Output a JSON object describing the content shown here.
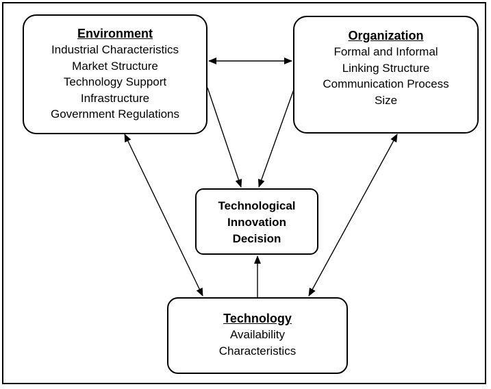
{
  "environment": {
    "title": "Environment",
    "lines": [
      "Industrial Characteristics",
      "Market Structure",
      "Technology Support",
      "Infrastructure",
      "Government Regulations"
    ]
  },
  "organization": {
    "title": "Organization",
    "lines": [
      "Formal and Informal",
      "Linking Structure",
      "Communication Process",
      "Size"
    ]
  },
  "decision": {
    "lines": [
      "Technological",
      "Innovation",
      "Decision"
    ]
  },
  "technology": {
    "title": "Technology",
    "lines": [
      "Availability",
      "Characteristics"
    ]
  }
}
